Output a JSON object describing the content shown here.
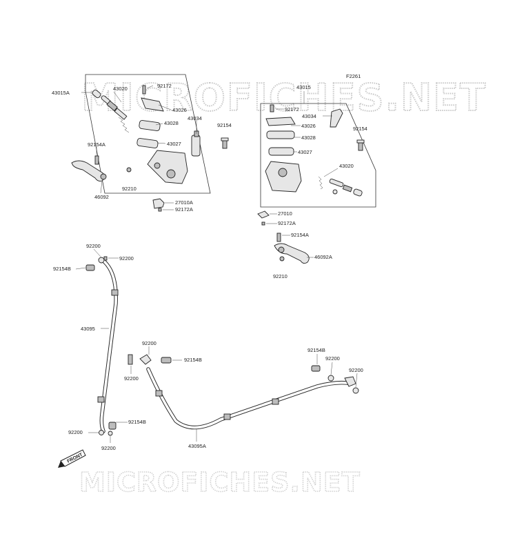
{
  "diagram_code": "F2261",
  "watermark_top": "MICROFICHES.NET",
  "watermark_bottom": "MICROFICHES.NET",
  "front_label": "FRONT",
  "labels": {
    "l_43015A": "43015A",
    "l_43020_a": "43020",
    "l_92172_a": "92172",
    "l_43026_a": "43026",
    "l_43028_a": "43028",
    "l_43034_a": "43034",
    "l_43027_a": "43027",
    "l_92154_a": "92154",
    "l_92154A_a": "92154A",
    "l_46092": "46092",
    "l_92210_a": "92210",
    "l_27010A": "27010A",
    "l_92172A_a": "92172A",
    "l_43015": "43015",
    "l_92172_b": "92172",
    "l_43034_b": "43034",
    "l_43026_b": "43026",
    "l_43028_b": "43028",
    "l_92154_b": "92154",
    "l_43027_b": "43027",
    "l_43020_b": "43020",
    "l_27010": "27010",
    "l_92172A_b": "92172A",
    "l_92154A_b": "92154A",
    "l_46092A": "46092A",
    "l_92210_b": "92210",
    "l_92200_a": "92200",
    "l_92200_b": "92200",
    "l_92154B_a": "92154B",
    "l_43095": "43095",
    "l_92200_c": "92200",
    "l_92200_d": "92200",
    "l_92154B_b": "92154B",
    "l_92154B_c": "92154B",
    "l_92200_e": "92200",
    "l_92200_f": "92200",
    "l_92200_g": "92200",
    "l_92154B_d": "92154B",
    "l_92200_h": "92200",
    "l_43095A": "43095A"
  }
}
